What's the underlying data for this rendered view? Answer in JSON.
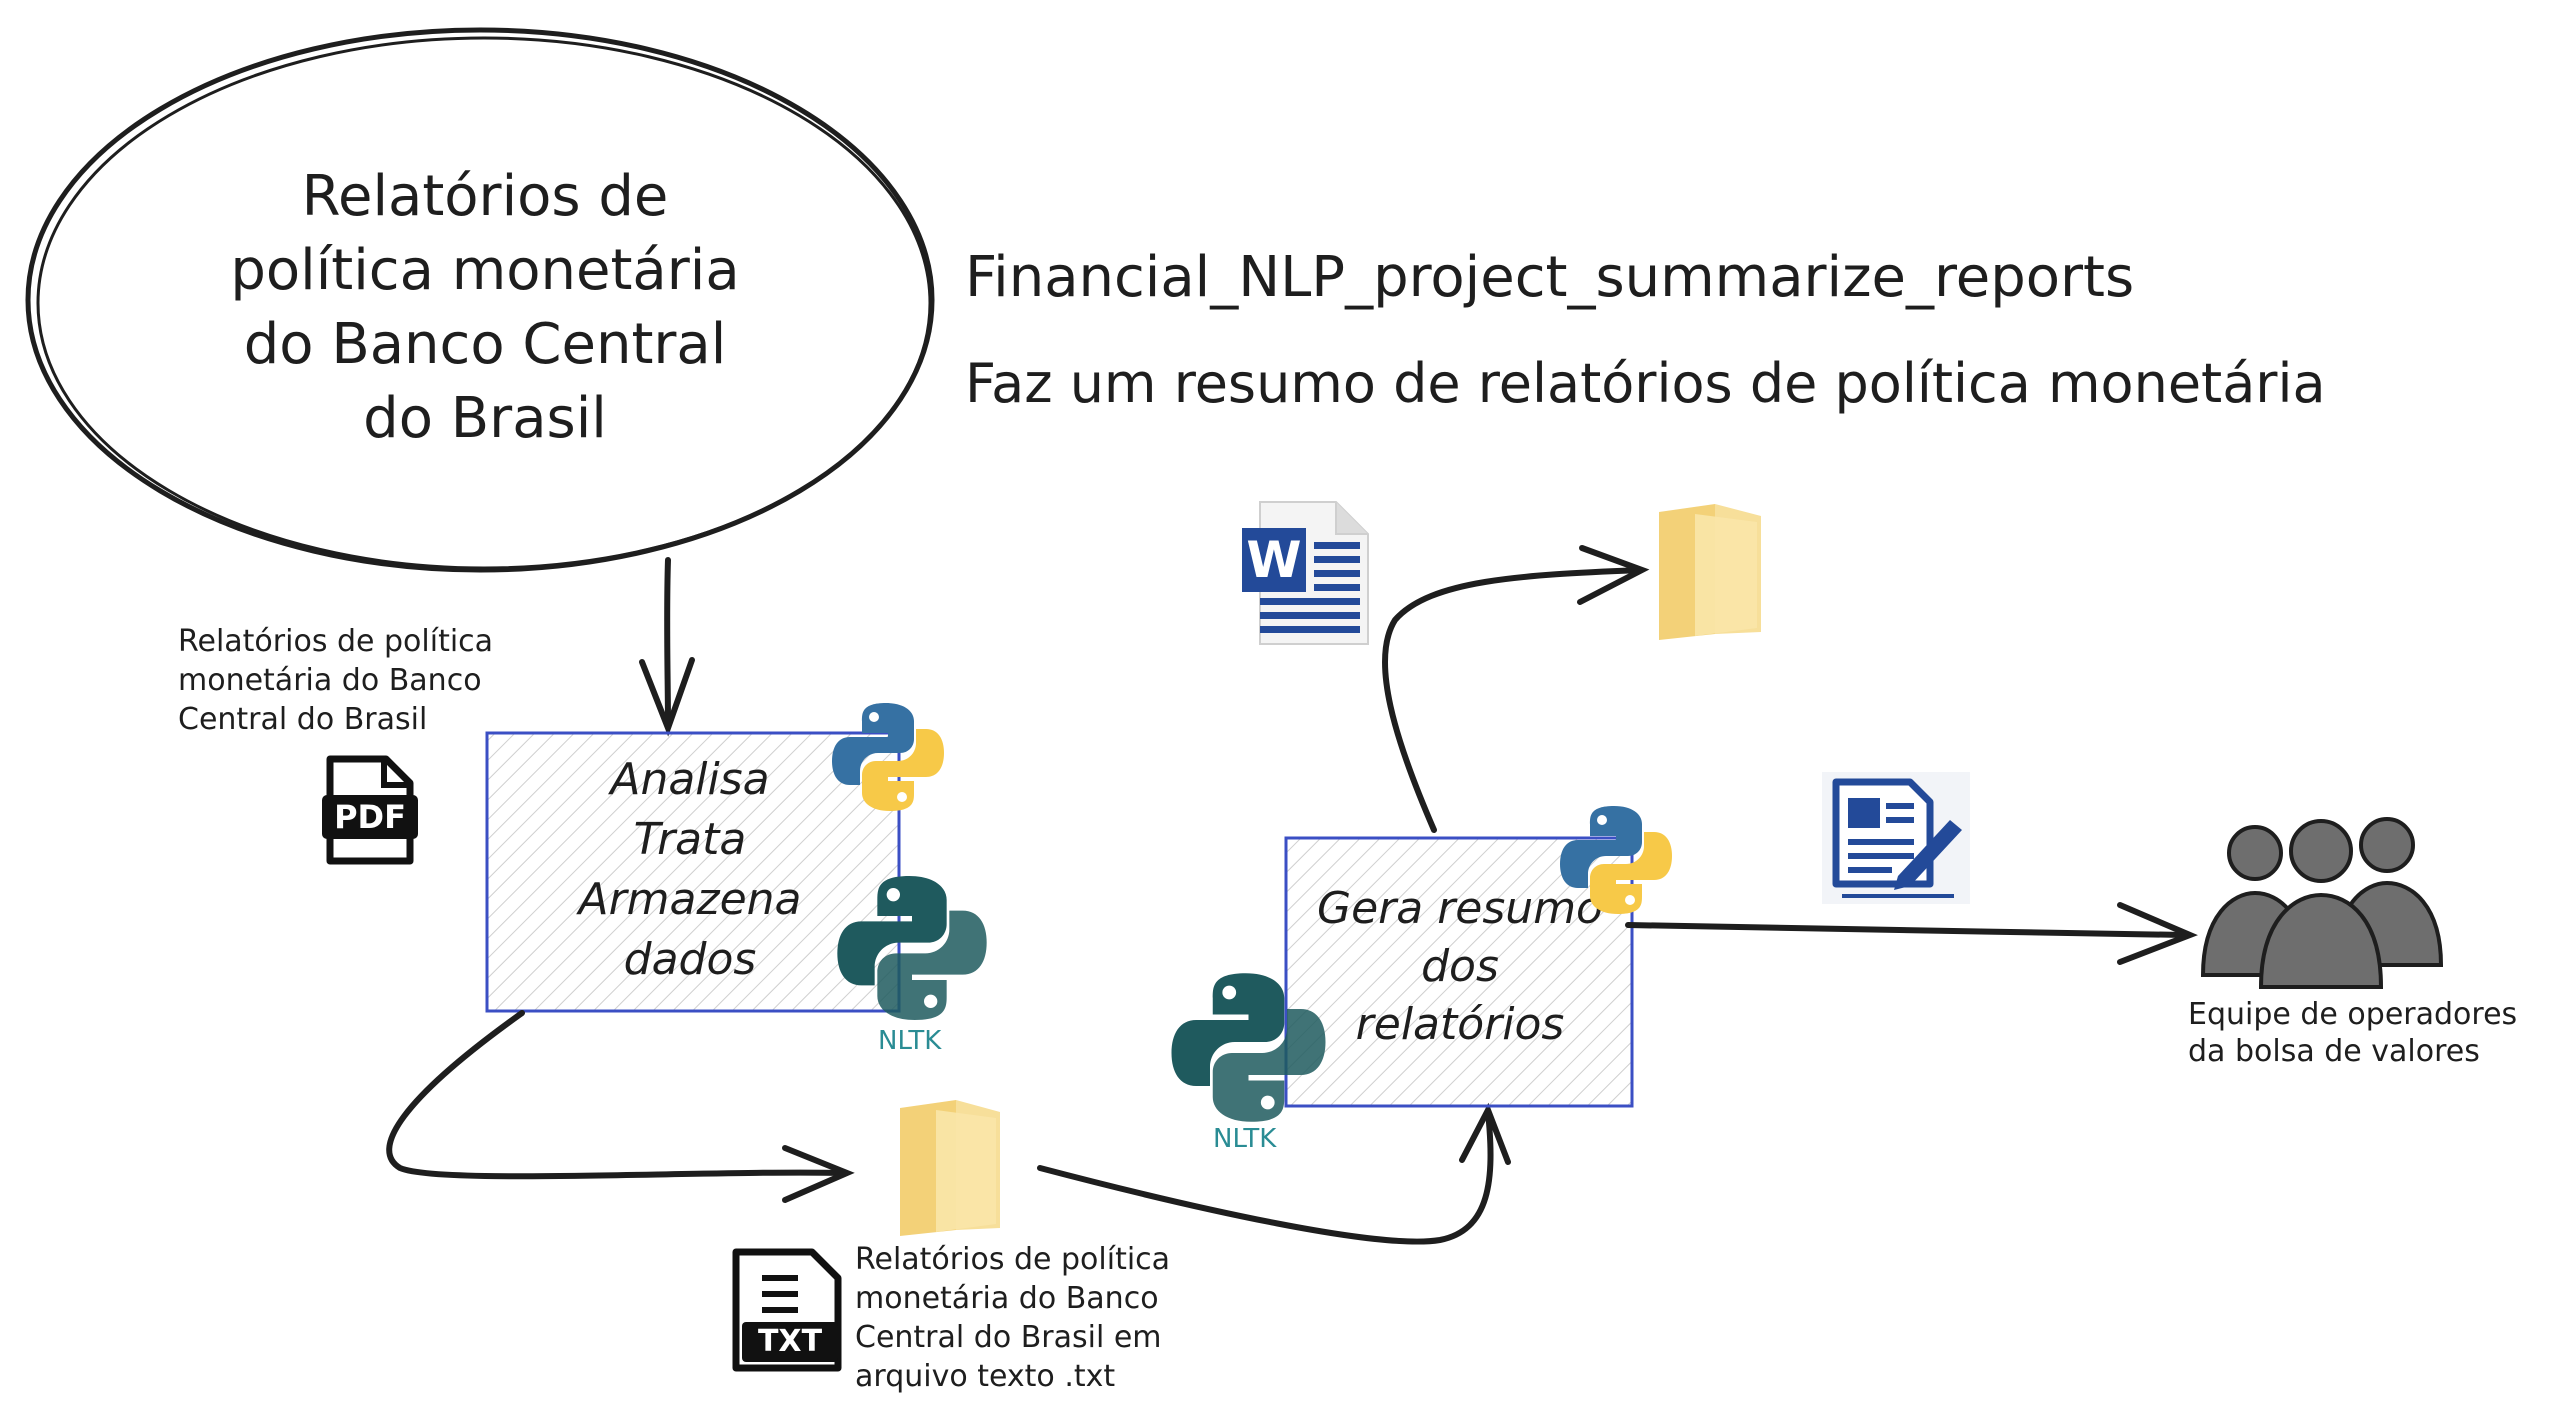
{
  "diagram": {
    "source_node": {
      "label_lines": [
        "Relatórios de",
        "política monetária",
        "do Banco Central",
        "do Brasil"
      ]
    },
    "project": {
      "title": "Financial_NLP_project_summarize_reports",
      "subtitle": "Faz um resumo de relatórios de política monetária"
    },
    "pdf_note": {
      "lines": [
        "Relatórios de política",
        "monetária do Banco",
        "Central do Brasil"
      ],
      "icon_label": "PDF"
    },
    "process_box_1": {
      "lines": [
        "Analisa",
        "Trata",
        "Armazena",
        "dados"
      ]
    },
    "process_box_2": {
      "lines": [
        "Gera resumo",
        "dos",
        "relatórios"
      ]
    },
    "txt_note": {
      "lines": [
        "Relatórios de política",
        "monetária do Banco",
        "Central do Brasil em",
        "arquivo texto .txt"
      ],
      "icon_label": "TXT"
    },
    "team_note": {
      "lines": [
        "Equipe de operadores",
        "da bolsa de valores"
      ]
    },
    "nltk_labels": [
      "NLTK",
      "NLTK"
    ],
    "word_icon_letter": "W",
    "colors": {
      "ink": "#1e1e1e",
      "box_border": "#3b4fc4",
      "hatch": "#c8c8c8",
      "python_blue": "#3671a3",
      "python_yellow": "#f7c948",
      "nltk_teal": "#1f5a5e",
      "folder": "#f5d98b",
      "word_blue": "#234a99",
      "people": "#6e6e6e"
    }
  }
}
